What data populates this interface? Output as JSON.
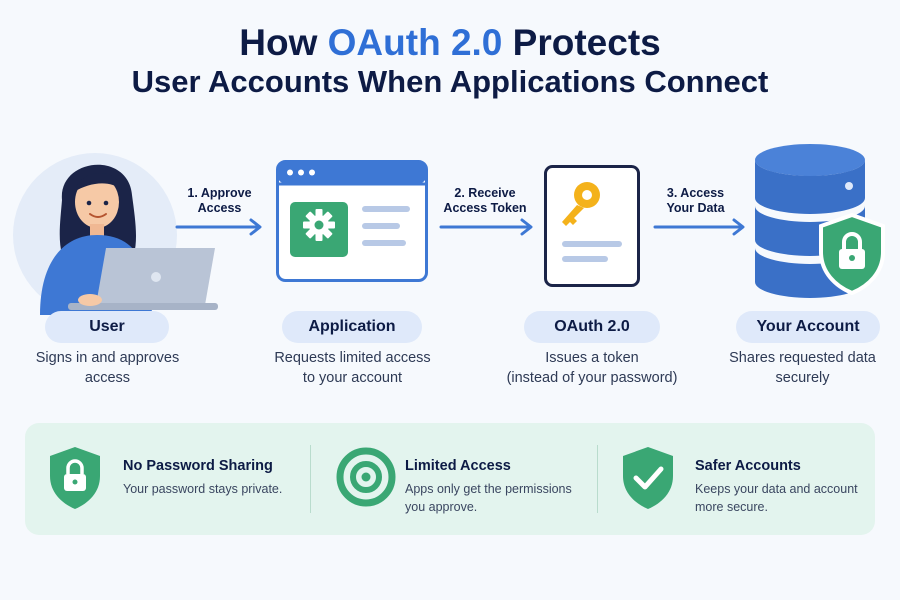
{
  "title": {
    "prefix": "How ",
    "accent": "OAuth 2.0",
    "suffix": " Protects",
    "line2": "User Accounts When Applications Connect"
  },
  "steps": [
    {
      "line1": "1. Approve",
      "line2": "Access"
    },
    {
      "line1": "2. Receive",
      "line2": "Access Token"
    },
    {
      "line1": "3. Access",
      "line2": "Your Data"
    }
  ],
  "nodes": [
    {
      "label": "User",
      "desc1": "Signs in and approves",
      "desc2": "access"
    },
    {
      "label": "Application",
      "desc1": "Requests limited access",
      "desc2": "to your account"
    },
    {
      "label": "OAuth 2.0",
      "desc1": "Issues a token",
      "desc2": "(instead of your password)"
    },
    {
      "label": "Your Account",
      "desc1": "Shares requested data",
      "desc2": "securely"
    }
  ],
  "benefits": [
    {
      "title": "No Password Sharing",
      "text1": "Your password stays private.",
      "text2": ""
    },
    {
      "title": "Limited Access",
      "text1": "Apps only get the permissions",
      "text2": "you approve."
    },
    {
      "title": "Safer Accounts",
      "text1": "Keeps your data and account",
      "text2": "more secure."
    }
  ],
  "colors": {
    "accent": "#2f6fd6",
    "navy": "#0d1b45",
    "green": "#3aa774",
    "pill": "#dfe9fa",
    "benefit_bg": "#e3f4ee"
  },
  "icons": [
    "user-laptop-icon",
    "app-window-icon",
    "gear-icon",
    "key-document-icon",
    "database-icon",
    "lock-shield-icon",
    "target-icon",
    "check-shield-icon"
  ]
}
